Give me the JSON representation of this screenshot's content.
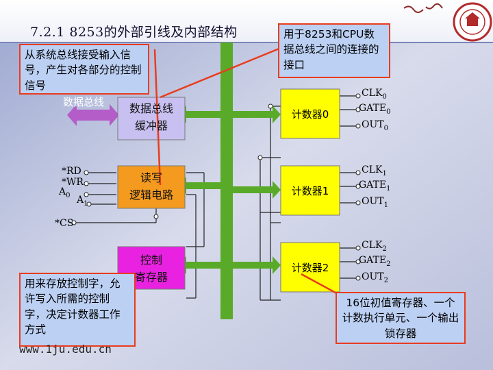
{
  "slide": {
    "title": "7.2.1  8253的外部引线及内部结构",
    "footer_url": "www.1ju.edu.cn"
  },
  "colors": {
    "callout_fill": "#bcd0f4",
    "callout_border": "#e83c1e",
    "bus": "#5aaa2a",
    "data_buffer": "#c8c0f0",
    "rw_logic": "#f49a1e",
    "control_reg": "#e822e0",
    "counter": "#ffff00"
  },
  "callouts": {
    "system_bus": "从系统总线接受输入信号，产生对各部分的控制信号",
    "cpu_interface": "用于8253和CPU数据总线之间的连接的接口",
    "control_word": "用来存放控制字，允许写入所需的控制字，决定计数器工作方式",
    "counter_desc": "16位初值寄存器、一个计数执行单元、一个输出锁存器"
  },
  "blocks": {
    "data_bus_label": "数据总线",
    "data_buffer": [
      "数据总线",
      "缓冲器"
    ],
    "rw_logic": [
      "读写",
      "逻辑电路"
    ],
    "control_reg": [
      "控制",
      "寄存器"
    ]
  },
  "signals": {
    "rd": "*RD",
    "wr": "*WR",
    "a0": "A",
    "a0_sub": "0",
    "a1": "A",
    "a1_sub": "1",
    "cs": "*CS"
  },
  "counters": [
    {
      "label": "计数器0",
      "clk": "CLK",
      "gate": "GATE",
      "out": "OUT",
      "n": "0"
    },
    {
      "label": "计数器1",
      "clk": "CLK",
      "gate": "GATE",
      "out": "OUT",
      "n": "1"
    },
    {
      "label": "计数器2",
      "clk": "CLK",
      "gate": "GATE",
      "out": "OUT",
      "n": "2"
    }
  ]
}
